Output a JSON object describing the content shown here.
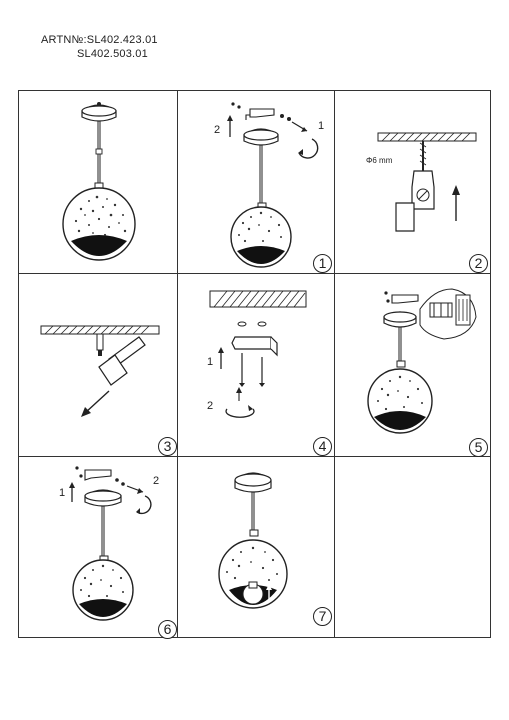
{
  "header": {
    "art_line1": "ARTN№:SL402.423.01",
    "art_line2": "SL402.503.01"
  },
  "panels": [
    {
      "step": ""
    },
    {
      "step": "1",
      "arrow_labels": [
        "2",
        "1"
      ]
    },
    {
      "step": "2",
      "drill_label": "Φ6 mm"
    },
    {
      "step": "3"
    },
    {
      "step": "4",
      "arrow_labels": [
        "1",
        "2"
      ]
    },
    {
      "step": "5"
    },
    {
      "step": "6",
      "arrow_labels": [
        "1",
        "2"
      ]
    },
    {
      "step": "7"
    },
    {
      "step": ""
    }
  ]
}
